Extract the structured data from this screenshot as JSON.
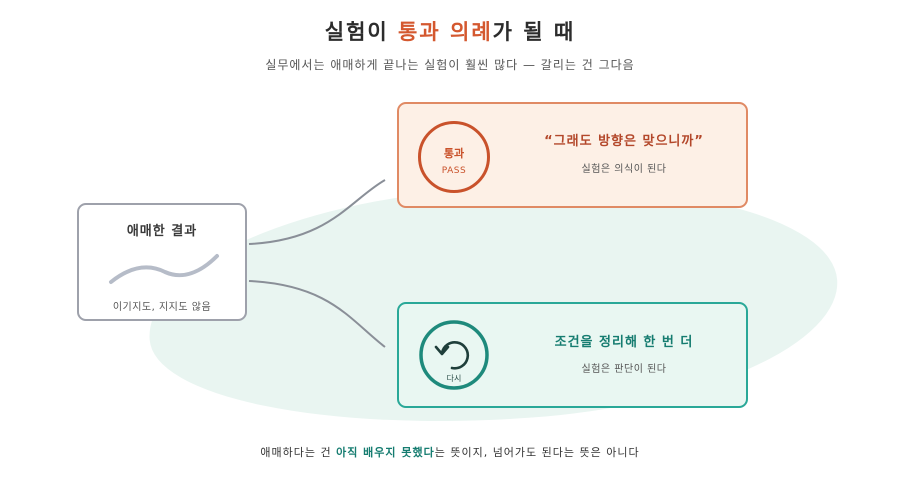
{
  "title": {
    "part1": "실험이 ",
    "accent": "통과 의례",
    "part2": "가 될 때"
  },
  "subtitle": "실무에서는 애매하게 끝나는 실험이 훨씬 많다 — 갈리는 건 그다음",
  "left_box": {
    "title": "애매한 결과",
    "caption": "이기지도, 지지도 않음"
  },
  "pass_box": {
    "stamp_main": "통과",
    "stamp_sub": "PASS",
    "quote": "“그래도 방향은 맞으니까”",
    "note": "실험은 의식이 된다"
  },
  "retry_box": {
    "icon_label": "다시",
    "headline": "조건을 정리해 한 번 더",
    "note": "실험은 판단이 된다"
  },
  "footer": {
    "part1": "애매하다는 건 ",
    "accent": "아직 배우지 못했다",
    "part2": "는 뜻이지, 넘어가도 된다는 뜻은 아니다"
  },
  "colors": {
    "pass_accent": "#d4582f",
    "retry_accent": "#157c70",
    "neutral_border": "#9ea1ab"
  }
}
